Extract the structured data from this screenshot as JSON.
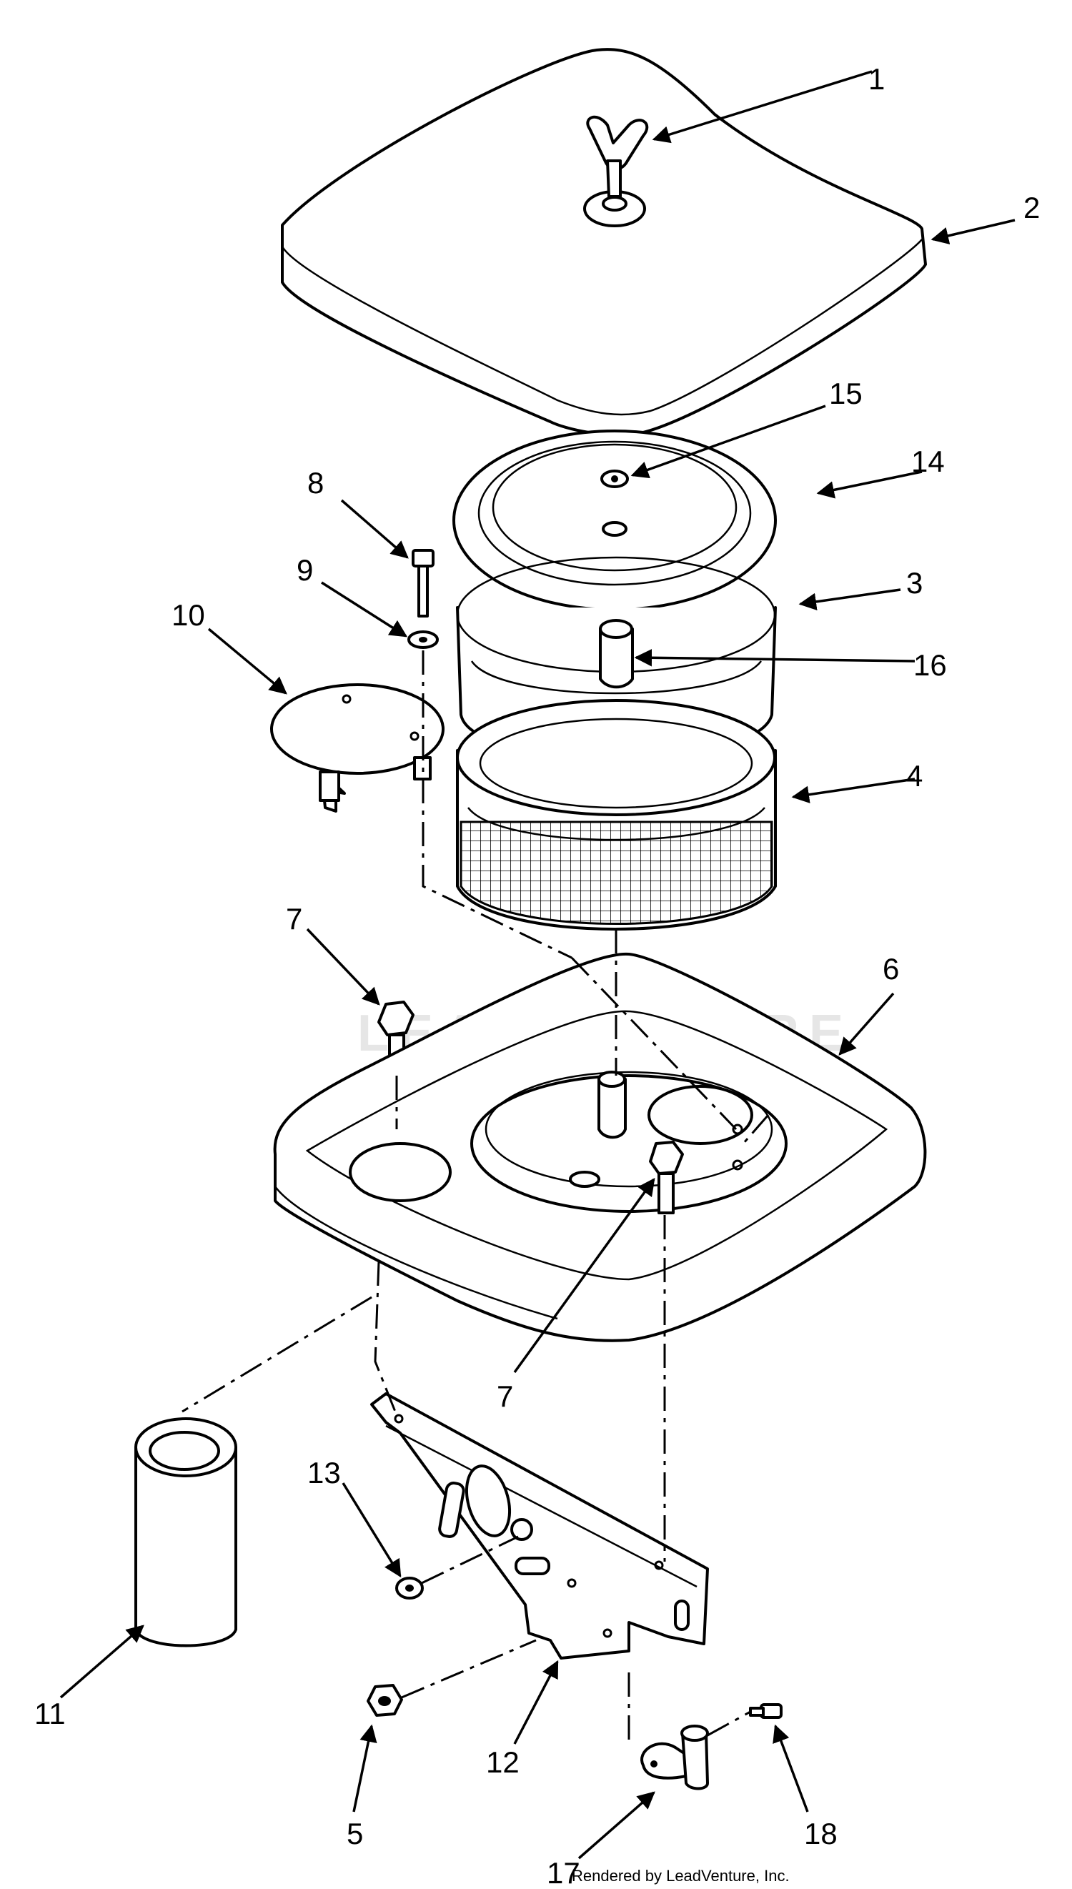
{
  "diagram": {
    "callouts": [
      {
        "id": "c1",
        "label": "1"
      },
      {
        "id": "c2",
        "label": "2"
      },
      {
        "id": "c15",
        "label": "15"
      },
      {
        "id": "c14",
        "label": "14"
      },
      {
        "id": "c8",
        "label": "8"
      },
      {
        "id": "c9",
        "label": "9"
      },
      {
        "id": "c3",
        "label": "3"
      },
      {
        "id": "c16",
        "label": "16"
      },
      {
        "id": "c10",
        "label": "10"
      },
      {
        "id": "c4",
        "label": "4"
      },
      {
        "id": "c7a",
        "label": "7"
      },
      {
        "id": "c6",
        "label": "6"
      },
      {
        "id": "c7b",
        "label": "7"
      },
      {
        "id": "c13",
        "label": "13"
      },
      {
        "id": "c11",
        "label": "11"
      },
      {
        "id": "c12",
        "label": "12"
      },
      {
        "id": "c5",
        "label": "5"
      },
      {
        "id": "c18",
        "label": "18"
      },
      {
        "id": "c17",
        "label": "17"
      }
    ],
    "watermark": "LEADVENTURE",
    "credit": "Rendered by LeadVenture, Inc."
  }
}
